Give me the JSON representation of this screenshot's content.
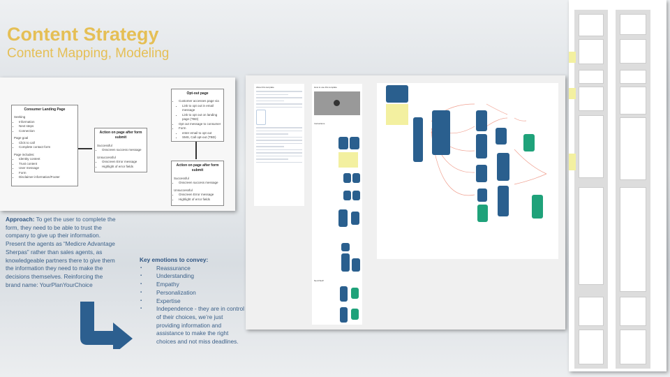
{
  "slide": {
    "title": "Content Strategy",
    "subtitle": "Content Mapping, Modeling"
  },
  "flow": {
    "landing": {
      "title": "Consumer Landing Page",
      "seeking_label": "Seeking",
      "seeking": [
        "Information",
        "Next steps",
        "Connection"
      ],
      "goal_label": "Page goal",
      "goal": [
        "Click to call",
        "Complete contact form"
      ],
      "includes_label": "Page includes:",
      "includes": [
        "Identity content",
        "Trust content",
        "User message",
        "Form",
        "Disclaimer information/Footer"
      ]
    },
    "action1": {
      "title": "Action on page after form submit",
      "success_label": "Successful",
      "success": [
        "Onscreen success message"
      ],
      "fail_label": "Unsuccessful",
      "fail": [
        "Onscreen Error message",
        "Highlight of error fields"
      ]
    },
    "optout": {
      "title": "Opt-out page",
      "items": [
        "Customer accesses page via",
        "Link to opt out in email message",
        "Link to opt out on landing page (TBD)",
        "Opt out message to consumer",
        "Form",
        "enter email to opt out",
        "SMS, Call opt-out (TBD)"
      ]
    },
    "action2": {
      "title": "Action on page after form submit",
      "success_label": "Successful",
      "success": [
        "Onscreen success message"
      ],
      "fail_label": "Unsuccessful",
      "fail": [
        "Onscreen Error message",
        "Highlight of error fields"
      ]
    }
  },
  "approach": {
    "label": "Approach:",
    "text": "To get the user to complete the form, they need to be able to trust the company to give up their information. Present the agents as “Medicre Advantage Sherpas” rather than sales agents, as knowledgeable partners there to give them the information they need to make the decisions themselves. Reinforcing the brand name: YourPlanYourChoice"
  },
  "emotions": {
    "label": "Key emotions to convey:",
    "items": [
      "Reassurance",
      "Understanding",
      "Empathy",
      "Personalization",
      "Expertise",
      "Independence - they are in control of their choices, we’re just providing information and assistance to make the right choices and not miss deadlines."
    ]
  },
  "template": {
    "about": "About this template",
    "how_to": "How to use this template",
    "instructions": "Instructions",
    "nerd": "Nerd Stuff"
  },
  "colors": {
    "accent": "#e5bf55",
    "text": "#3b6088",
    "node": "#2a5f8e",
    "green": "#1fa27a"
  }
}
